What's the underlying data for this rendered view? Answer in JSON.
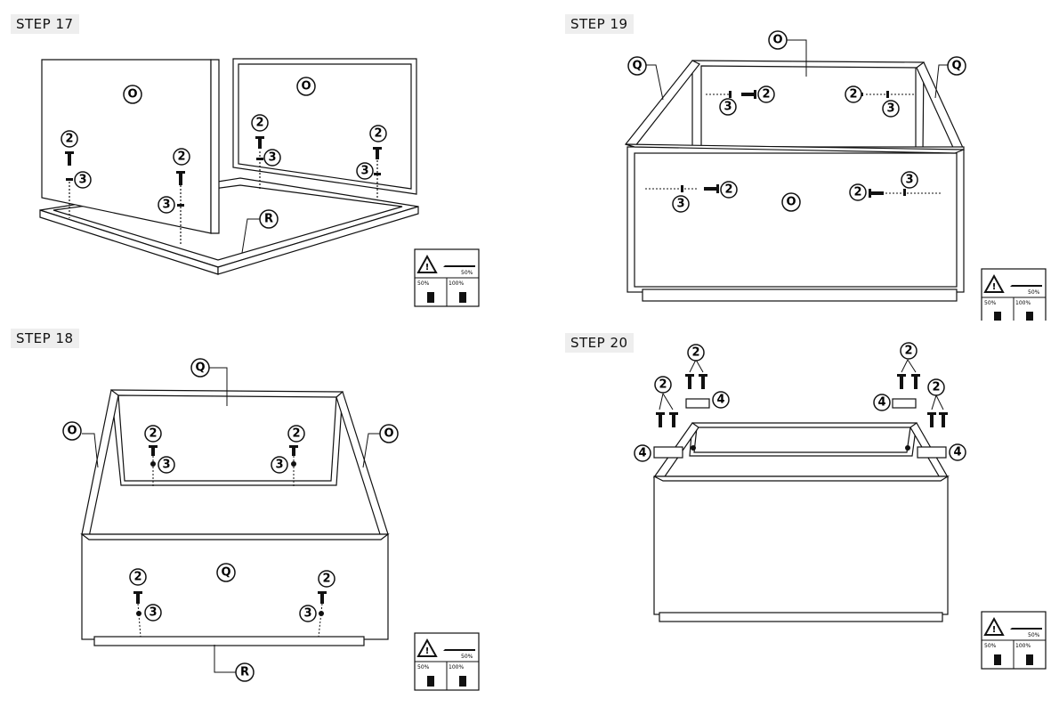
{
  "steps": [
    {
      "label": "STEP 17"
    },
    {
      "label": "STEP 19"
    },
    {
      "label": "STEP 18"
    },
    {
      "label": "STEP 20"
    }
  ],
  "parts": {
    "O": "O",
    "Q": "Q",
    "R": "R",
    "two": "2",
    "three": "3",
    "four": "4"
  },
  "warning": {
    "pct50": "50%",
    "pct100": "100%"
  }
}
